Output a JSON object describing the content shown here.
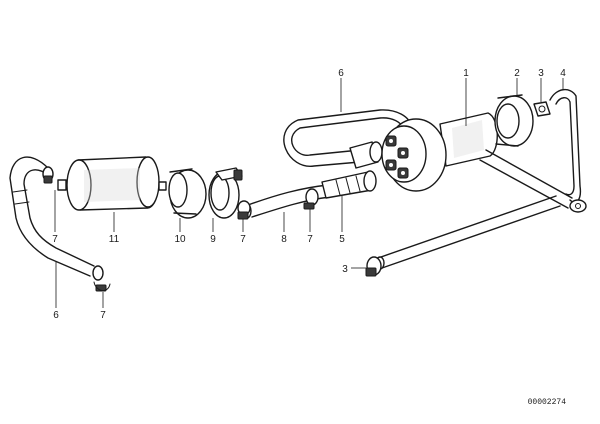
{
  "document_number": "00002274",
  "callouts": {
    "c1": "1",
    "c2": "2",
    "c3a": "3",
    "c4": "4",
    "c6a": "6",
    "c7a": "7",
    "c11": "11",
    "c10": "10",
    "c9": "9",
    "c7b": "7",
    "c8": "8",
    "c7c": "7",
    "c5": "5",
    "c3b": "3",
    "c6b": "6",
    "c7d": "7"
  }
}
